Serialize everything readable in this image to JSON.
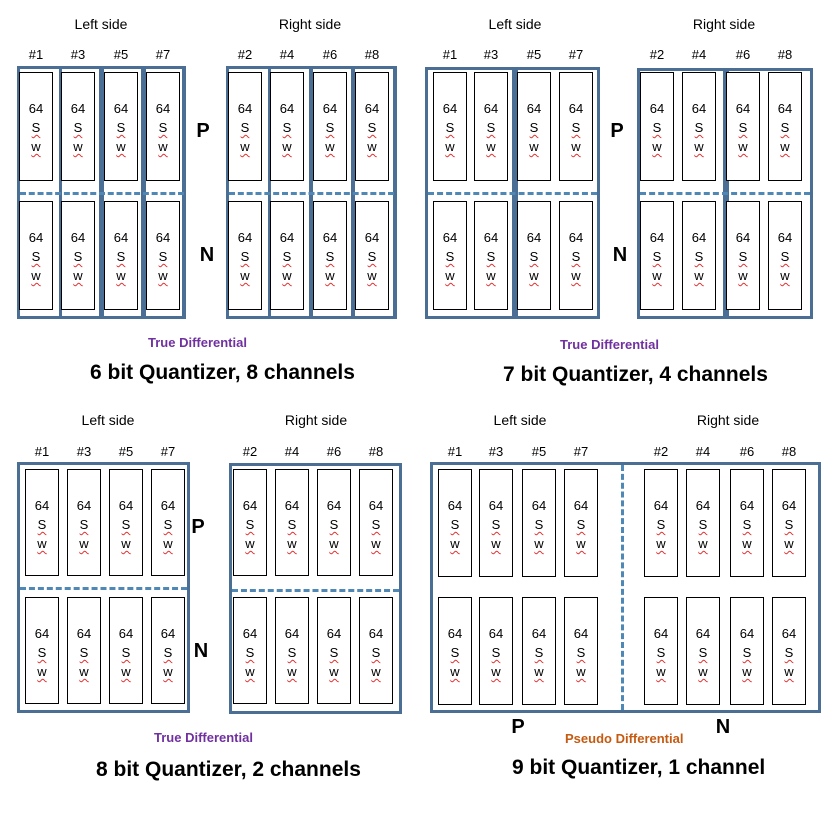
{
  "panels": [
    {
      "left_label": "Left side",
      "right_label": "Right side",
      "left_numbers": [
        "#1",
        "#3",
        "#5",
        "#7"
      ],
      "right_numbers": [
        "#2",
        "#4",
        "#6",
        "#8"
      ],
      "cell_lines": [
        "64",
        "S",
        "w"
      ],
      "p_label": "P",
      "n_label": "N",
      "subtitle": "True Differential",
      "title": "6 bit Quantizer,  8 channels"
    },
    {
      "left_label": "Left side",
      "right_label": "Right side",
      "left_numbers": [
        "#1",
        "#3",
        "#5",
        "#7"
      ],
      "right_numbers": [
        "#2",
        "#4",
        "#6",
        "#8"
      ],
      "cell_lines": [
        "64",
        "S",
        "w"
      ],
      "p_label": "P",
      "n_label": "N",
      "subtitle": "True Differential",
      "title": "7 bit Quantizer,  4 channels"
    },
    {
      "left_label": "Left side",
      "right_label": "Right side",
      "left_numbers": [
        "#1",
        "#3",
        "#5",
        "#7"
      ],
      "right_numbers": [
        "#2",
        "#4",
        "#6",
        "#8"
      ],
      "cell_lines": [
        "64",
        "S",
        "w"
      ],
      "p_label": "P",
      "n_label": "N",
      "subtitle": "True Differential",
      "title": "8 bit Quantizer,  2 channels"
    },
    {
      "left_label": "Left side",
      "right_label": "Right side",
      "left_numbers": [
        "#1",
        "#3",
        "#5",
        "#7"
      ],
      "right_numbers": [
        "#2",
        "#4",
        "#6",
        "#8"
      ],
      "cell_lines": [
        "64",
        "S",
        "w"
      ],
      "p_label": "P",
      "n_label": "N",
      "subtitle": "Pseudo Differential",
      "title": "9 bit Quantizer,  1 channel"
    }
  ],
  "colors": {
    "frame": "#4a6e94",
    "dash": "#4f87b5",
    "true_differential": "#7030a0",
    "pseudo_differential": "#c55a11"
  }
}
